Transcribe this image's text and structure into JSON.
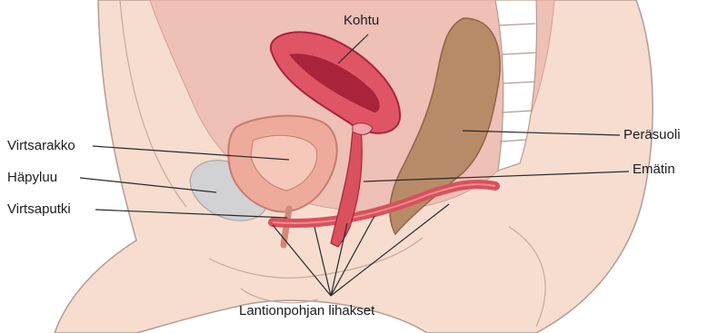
{
  "labels": {
    "kohtu": "Kohtu",
    "virtsarakko": "Virtsarakko",
    "hapyluu": "Häpyluu",
    "virtsaputki": "Virtsaputki",
    "perasuoli": "Peräsuoli",
    "ematin": "Emätin",
    "lantionpohjan_lihakset": "Lantionpohjan lihakset"
  },
  "colors": {
    "skin": "#f6ddd0",
    "skin_outline": "#b39d92",
    "cavity": "#eec0b6",
    "uterus": "#df5566",
    "uterus_dark": "#a9233a",
    "bladder": "#eeab9b",
    "bone": "#d2d2d4",
    "rectum": "#b88b68",
    "spine": "#ffffff",
    "muscle": "#d8515c",
    "leader_line": "#2a2a2a"
  }
}
